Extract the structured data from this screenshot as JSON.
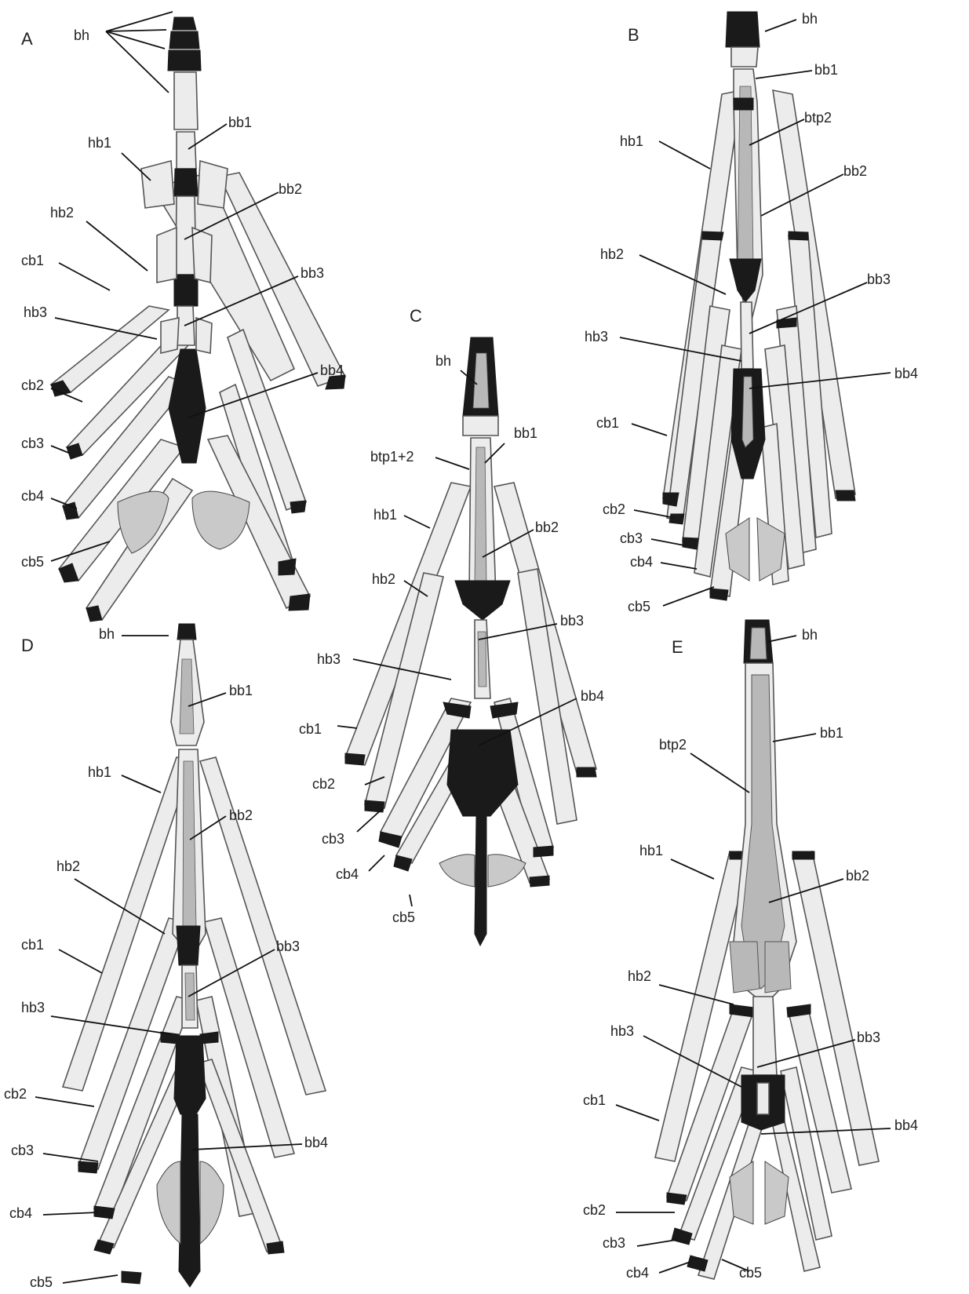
{
  "panels": [
    {
      "id": "A",
      "letter": "A",
      "labels": [
        "bh",
        "bb1",
        "hb1",
        "bb2",
        "hb2",
        "cb1",
        "bb3",
        "hb3",
        "cb2",
        "bb4",
        "cb3",
        "cb4",
        "cb5"
      ]
    },
    {
      "id": "B",
      "letter": "B",
      "labels": [
        "bh",
        "bb1",
        "btp2",
        "hb1",
        "bb2",
        "hb2",
        "bb3",
        "hb3",
        "bb4",
        "cb1",
        "cb2",
        "cb3",
        "cb4",
        "cb5"
      ]
    },
    {
      "id": "C",
      "letter": "C",
      "labels": [
        "bh",
        "bb1",
        "btp1+2",
        "hb1",
        "bb2",
        "hb2",
        "bb3",
        "hb3",
        "bb4",
        "cb1",
        "cb2",
        "cb3",
        "cb4",
        "cb5"
      ]
    },
    {
      "id": "D",
      "letter": "D",
      "labels": [
        "bh",
        "bb1",
        "hb1",
        "bb2",
        "hb2",
        "cb1",
        "bb3",
        "hb3",
        "cb2",
        "bb4",
        "cb3",
        "cb4",
        "cb5"
      ]
    },
    {
      "id": "E",
      "letter": "E",
      "labels": [
        "bh",
        "bb1",
        "btp2",
        "hb1",
        "bb2",
        "hb2",
        "bb3",
        "hb3",
        "cb1",
        "bb4",
        "cb2",
        "cb3",
        "cb4",
        "cb5"
      ]
    }
  ]
}
